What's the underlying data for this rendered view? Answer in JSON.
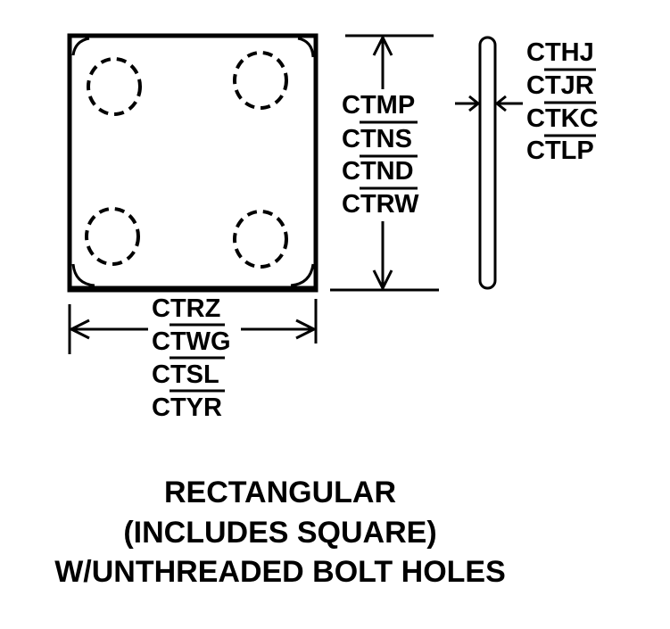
{
  "height_labels": [
    "CTMP",
    "CTNS",
    "CTND",
    "CTRW"
  ],
  "width_labels": [
    "CTRZ",
    "CTWG",
    "CTSL",
    "CTYR"
  ],
  "thickness_labels": [
    "CTHJ",
    "CTJR",
    "CTKC",
    "CTLP"
  ],
  "caption": {
    "line1": "RECTANGULAR",
    "line2": "(INCLUDES SQUARE)",
    "line3": "W/UNTHREADED BOLT HOLES"
  },
  "colors": {
    "ink": "#000000",
    "background": "#ffffff"
  }
}
